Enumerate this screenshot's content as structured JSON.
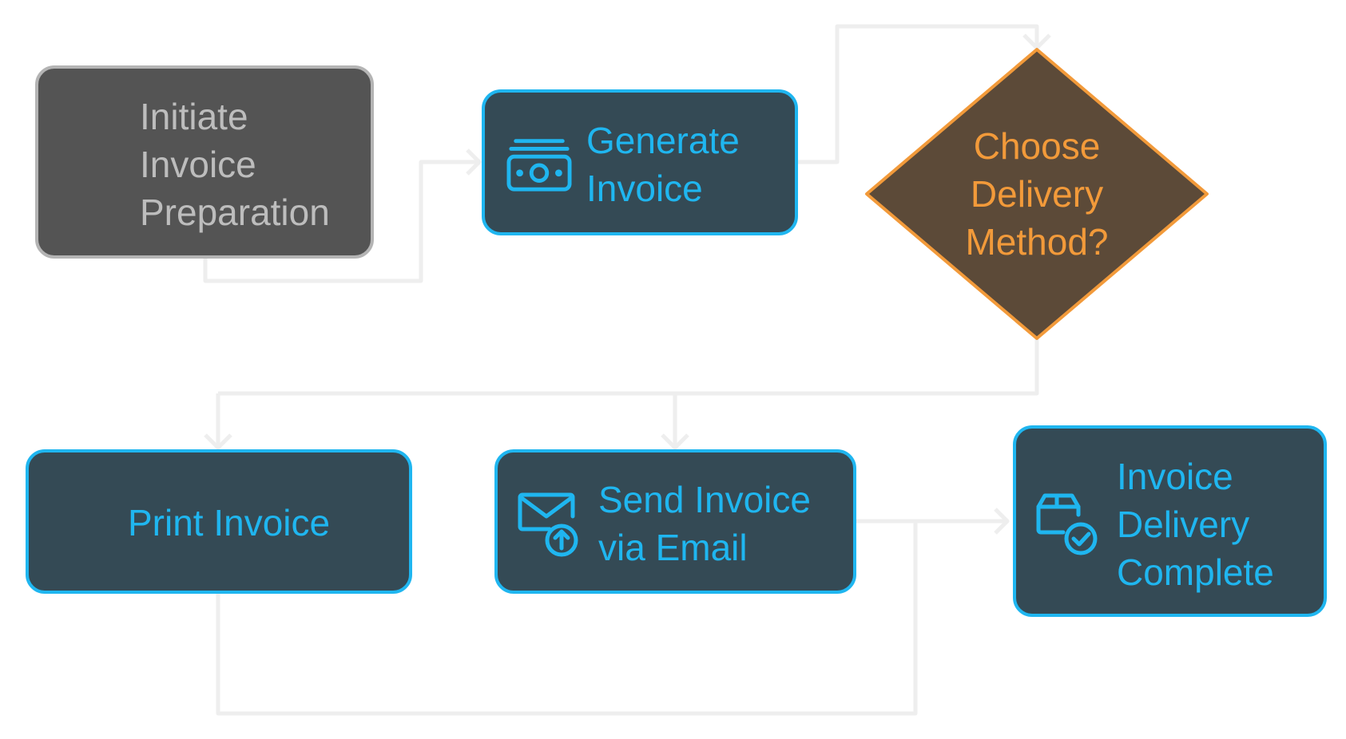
{
  "nodes": {
    "initiate": {
      "label": "Initiate Invoice Preparation"
    },
    "generate": {
      "label": "Generate Invoice",
      "icon": "money-icon"
    },
    "choose": {
      "label": "Choose Delivery Method?"
    },
    "print": {
      "label": "Print Invoice"
    },
    "email": {
      "label": "Send Invoice via Email",
      "icon": "email-upload-icon"
    },
    "complete": {
      "label": "Invoice Delivery Complete",
      "icon": "package-check-icon"
    }
  },
  "colors": {
    "accent": "#1fb6f0",
    "node_fill": "#344a55",
    "start_fill": "#545454",
    "start_border": "#b4b4b4",
    "start_text": "#bdbdbd",
    "decision_fill": "#5c4a38",
    "decision_accent": "#f29a3a",
    "connector": "#eeeeee"
  }
}
